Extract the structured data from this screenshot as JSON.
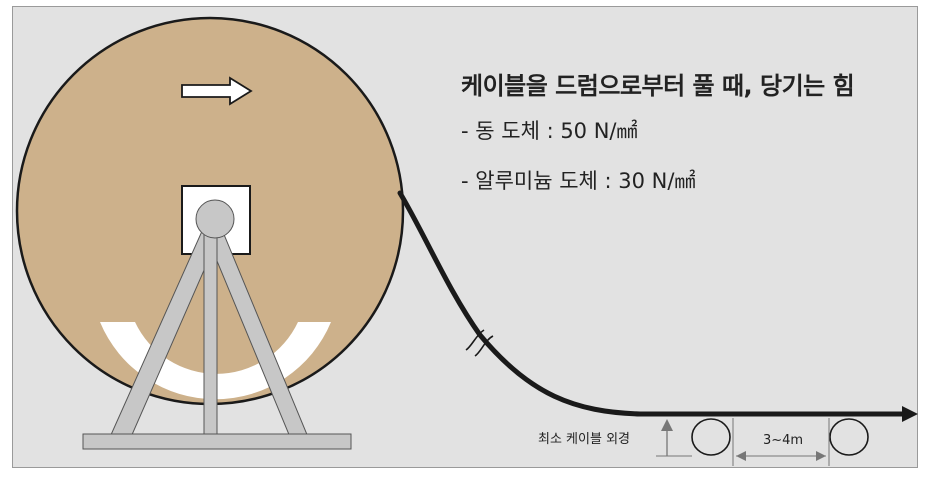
{
  "info": {
    "title": "케이블을 드럼으로부터 풀 때, 당기는 힘",
    "copper": "- 동 도체 : 50 N/㎟",
    "aluminum": "- 알루미늄 도체 : 30 N/㎟"
  },
  "annotations": {
    "min_diameter": "최소 케이블 외경",
    "roller_spacing": "3~4m"
  },
  "colors": {
    "background": "#e2e2e2",
    "drum": "#cdb18b",
    "stand": "#c7c7c7",
    "cable": "#1a1a1a"
  },
  "icons": {
    "direction": "right-arrow-icon",
    "cable_break": "break-mark-icon"
  }
}
